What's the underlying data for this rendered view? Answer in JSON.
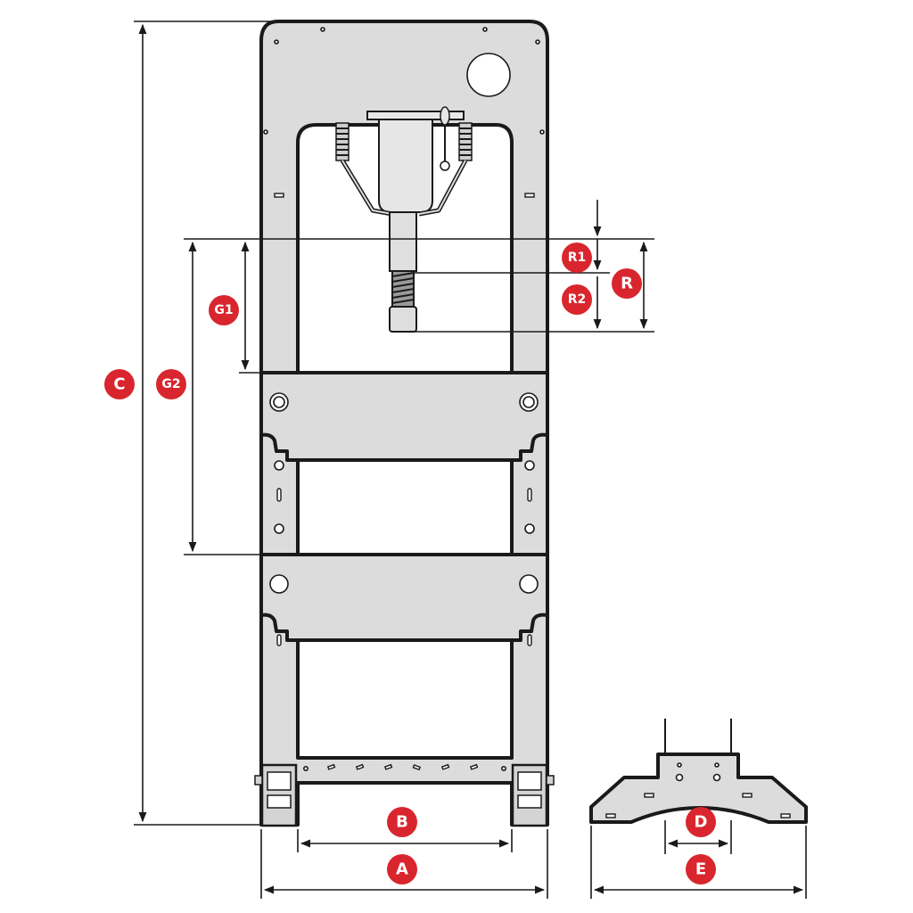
{
  "labels": {
    "C": "C",
    "G1": "G1",
    "G2": "G2",
    "R1": "R1",
    "R2": "R2",
    "R": "R",
    "A": "A",
    "B": "B",
    "D": "D",
    "E": "E"
  },
  "colors": {
    "badge": "#d9262e",
    "frame_fill": "#dcdcdc",
    "outline": "#1a1a1a"
  }
}
